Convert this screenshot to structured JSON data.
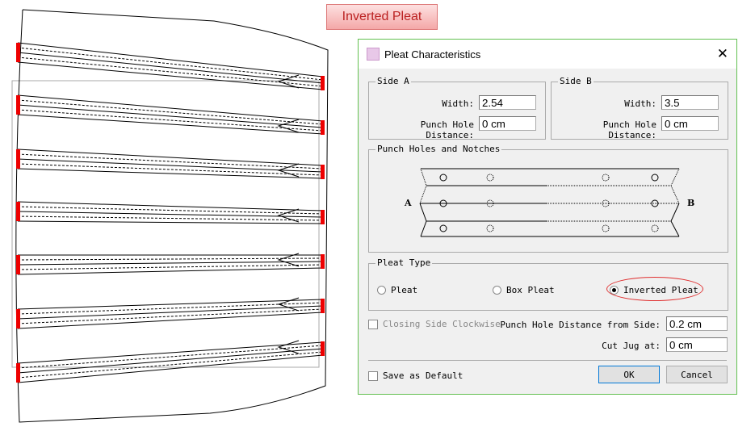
{
  "banner": "Inverted Pleat",
  "dialog": {
    "title": "Pleat Characteristics",
    "side_a": {
      "legend": "Side A",
      "width_label": "Width:",
      "width_value": "2.54",
      "punch_label": "Punch Hole Distance:",
      "punch_value": "0 cm"
    },
    "side_b": {
      "legend": "Side B",
      "width_label": "Width:",
      "width_value": "3.5",
      "punch_label": "Punch Hole Distance:",
      "punch_value": "0 cm"
    },
    "punch": {
      "legend": "Punch Holes and Notches",
      "label_a": "A",
      "label_b": "B"
    },
    "pleat_type": {
      "legend": "Pleat Type",
      "options": [
        "Pleat",
        "Box Pleat",
        "Inverted Pleat"
      ],
      "selected": "Inverted Pleat"
    },
    "closing_side": "Closing Side Clockwise",
    "punch_from_side_label": "Punch Hole Distance from Side:",
    "punch_from_side_value": "0.2 cm",
    "cut_jug_label": "Cut Jug at:",
    "cut_jug_value": "0 cm",
    "save_default": "Save as Default",
    "ok": "OK",
    "cancel": "Cancel",
    "highlight_color": "#e03030",
    "border_color": "#62c050"
  }
}
